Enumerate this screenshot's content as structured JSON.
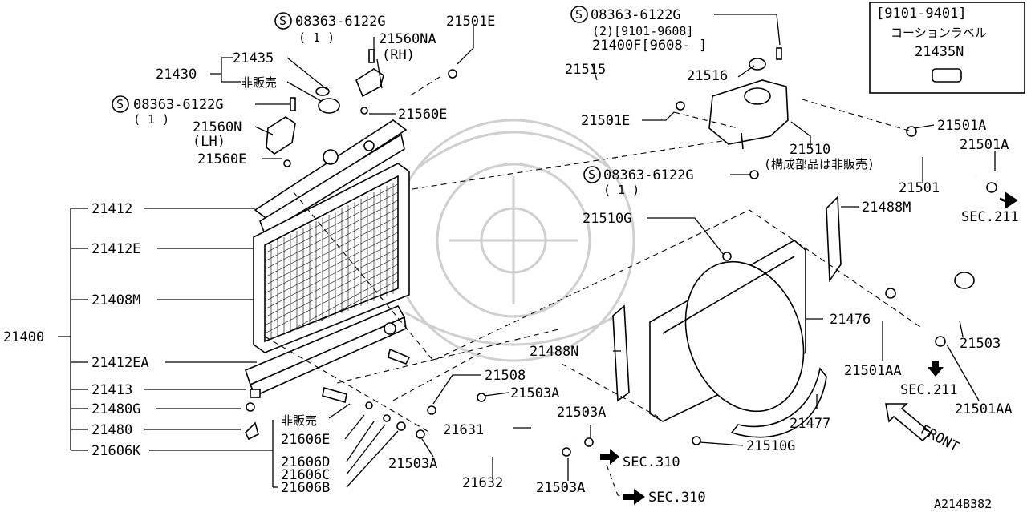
{
  "labels": {
    "s_bolt_a": "08363-6122G",
    "s_bolt_a_qty": "( 1 )",
    "p21501E_top": "21501E",
    "p21560NA": "21560NA",
    "p21560NA_rh": "(RH)",
    "p21435": "21435",
    "p21430": "21430",
    "hihanbai_1": "非販売",
    "s_bolt_b": "08363-6122G",
    "s_bolt_b_qty": "( 1 )",
    "p21560E_upper": "21560E",
    "p21560N": "21560N",
    "p21560N_lh": "(LH)",
    "p21560E_lower": "21560E",
    "s_bolt_c": "08363-6122G",
    "s_bolt_c_qty": "(2)[9101-9608]",
    "p21400F": "21400F[9608-     ]",
    "p21515": "21515",
    "p21516": "21516",
    "p21501E_mid": "21501E",
    "p21510": "21510",
    "p21510_note": "(構成部品は非販売)",
    "s_bolt_d": "08363-6122G",
    "s_bolt_d_qty": "( 1 )",
    "inset_date": "[9101-9401]",
    "inset_title": "コーションラベル",
    "inset_part": "21435N",
    "p21501A_1": "21501A",
    "p21501A_2": "21501A",
    "p21501": "21501",
    "sec211_top": "SEC.211",
    "p21488M": "21488M",
    "p21510G_top": "21510G",
    "p21412": "21412",
    "p21412E": "21412E",
    "p21408M": "21408M",
    "p21400": "21400",
    "p21412EA": "21412EA",
    "p21413": "21413",
    "p21480G": "21480G",
    "p21480": "21480",
    "p21606K": "21606K",
    "p21476": "21476",
    "p21488N": "21488N",
    "p21508": "21508",
    "p21503A_1": "21503A",
    "p21503A_2": "21503A",
    "p21631": "21631",
    "hihanbai_2": "非販売",
    "p21606E": "21606E",
    "p21606D": "21606D",
    "p21606C": "21606C",
    "p21606B": "21606B",
    "p21503A_3": "21503A",
    "p21632": "21632",
    "p21503A_4": "21503A",
    "sec310_1": "SEC.310",
    "sec310_2": "SEC.310",
    "p21510G_bottom": "21510G",
    "p21477": "21477",
    "p21501AA_1": "21501AA",
    "p21501AA_2": "21501AA",
    "p21503": "21503",
    "sec211_bottom": "SEC.211",
    "front": "FRONT",
    "diagram_id": "A214B382",
    "s_symbol": "S"
  }
}
